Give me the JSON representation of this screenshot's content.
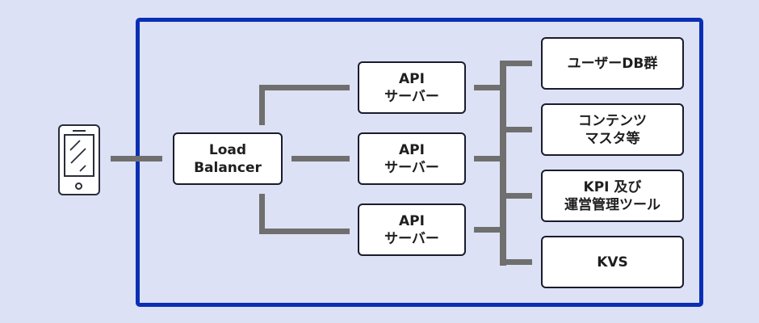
{
  "diagram": {
    "client": {
      "icon": "smartphone-icon"
    },
    "load_balancer": {
      "lines": [
        "Load",
        "Balancer"
      ]
    },
    "api_servers": [
      {
        "lines": [
          "API",
          "サーバー"
        ]
      },
      {
        "lines": [
          "API",
          "サーバー"
        ]
      },
      {
        "lines": [
          "API",
          "サーバー"
        ]
      }
    ],
    "data_stores": [
      {
        "lines": [
          "ユーザーDB群"
        ]
      },
      {
        "lines": [
          "コンテンツ",
          "マスタ等"
        ]
      },
      {
        "lines": [
          "KPI 及び",
          "運営管理ツール"
        ]
      },
      {
        "lines": [
          "KVS"
        ]
      }
    ],
    "colors": {
      "background": "#DCE1F5",
      "frame": "#0A2FB5",
      "connector": "#6F6F6F",
      "box_border": "#1A1C2C"
    }
  }
}
